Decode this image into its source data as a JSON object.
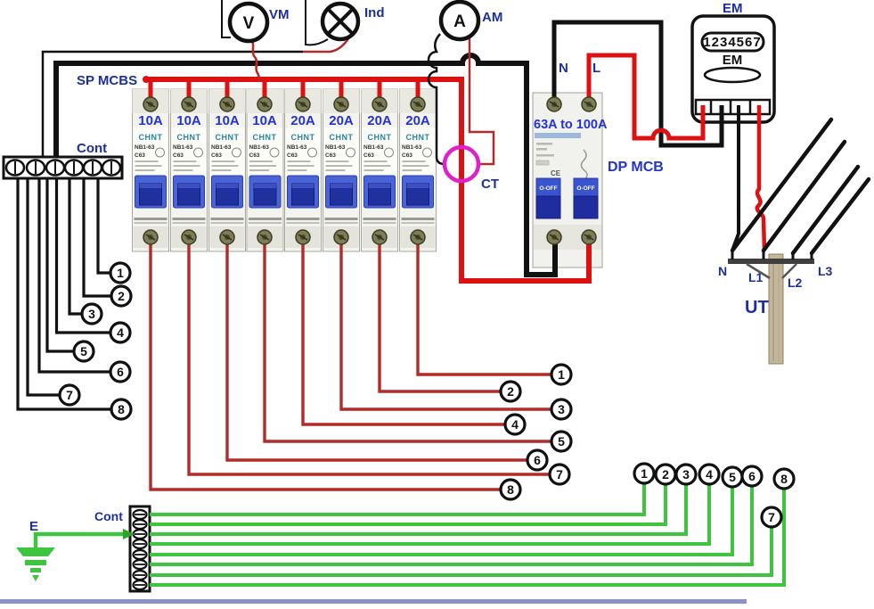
{
  "meters": {
    "vm_label": "VM",
    "vm_letter": "V",
    "ind_label": "Ind",
    "am_label": "AM",
    "am_letter": "A"
  },
  "em": {
    "top_label": "EM",
    "display": "1234567",
    "inner_label": "EM"
  },
  "sp": {
    "header": "SP MCBS",
    "brand": "CHNT",
    "model": "NB1-63",
    "curve": "C63",
    "ratings": [
      "10A",
      "10A",
      "10A",
      "10A",
      "20A",
      "20A",
      "20A",
      "20A"
    ]
  },
  "dp": {
    "rating": "63A to 100A",
    "label": "DP MCB",
    "n": "N",
    "l": "L",
    "switch": "O-OFF",
    "ce": "CE"
  },
  "ct": {
    "label": "CT"
  },
  "terminals": {
    "left_label": "Cont",
    "bottom_label": "Cont",
    "earth_label": "E"
  },
  "pole": {
    "label": "UT",
    "n": "N",
    "l1": "L1",
    "l2": "L2",
    "l3": "L3"
  },
  "circuit_numbers": [
    "1",
    "2",
    "3",
    "4",
    "5",
    "6",
    "7",
    "8"
  ],
  "colors": {
    "phase_red": "#dd1111",
    "neutral_black": "#111111",
    "earth_green": "#3fc43f",
    "branch_red": "#b22b2b",
    "ct_magenta": "#dd22cc",
    "label_navy": "#1c2f9e",
    "label_blue": "#2433cc",
    "footer_line": "#8a93c6"
  }
}
